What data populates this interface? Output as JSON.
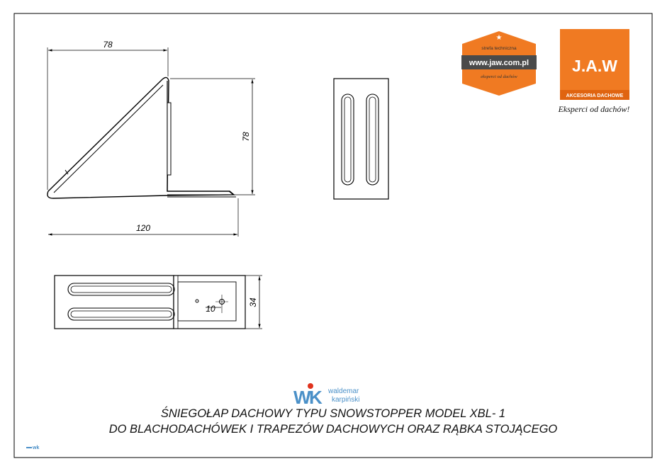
{
  "dimensions": {
    "top_width": "78",
    "height": "78",
    "base_length": "120",
    "plan_width": "34",
    "hole_offset": "10"
  },
  "logos": {
    "strefa": {
      "top_text": "strefa techniczna",
      "url": "www.jaw.com.pl",
      "tagline": "eksperci od dachów"
    },
    "jaw": {
      "name": "J.A.W",
      "subtitle": "AKCESORIA DACHOWE",
      "slogan": "Eksperci od dachów!",
      "color": "#f07a22"
    },
    "wk": {
      "line1": "waldemar",
      "line2": "karpiński",
      "small": "wk"
    }
  },
  "title": {
    "line1": "ŚNIEGOŁAP DACHOWY TYPU SNOWSTOPPER MODEL XBL- 1",
    "line2": "DO BLACHODACHÓWEK I TRAPEZÓW DACHOWYCH ORAZ RĄBKA STOJĄCEGO"
  }
}
